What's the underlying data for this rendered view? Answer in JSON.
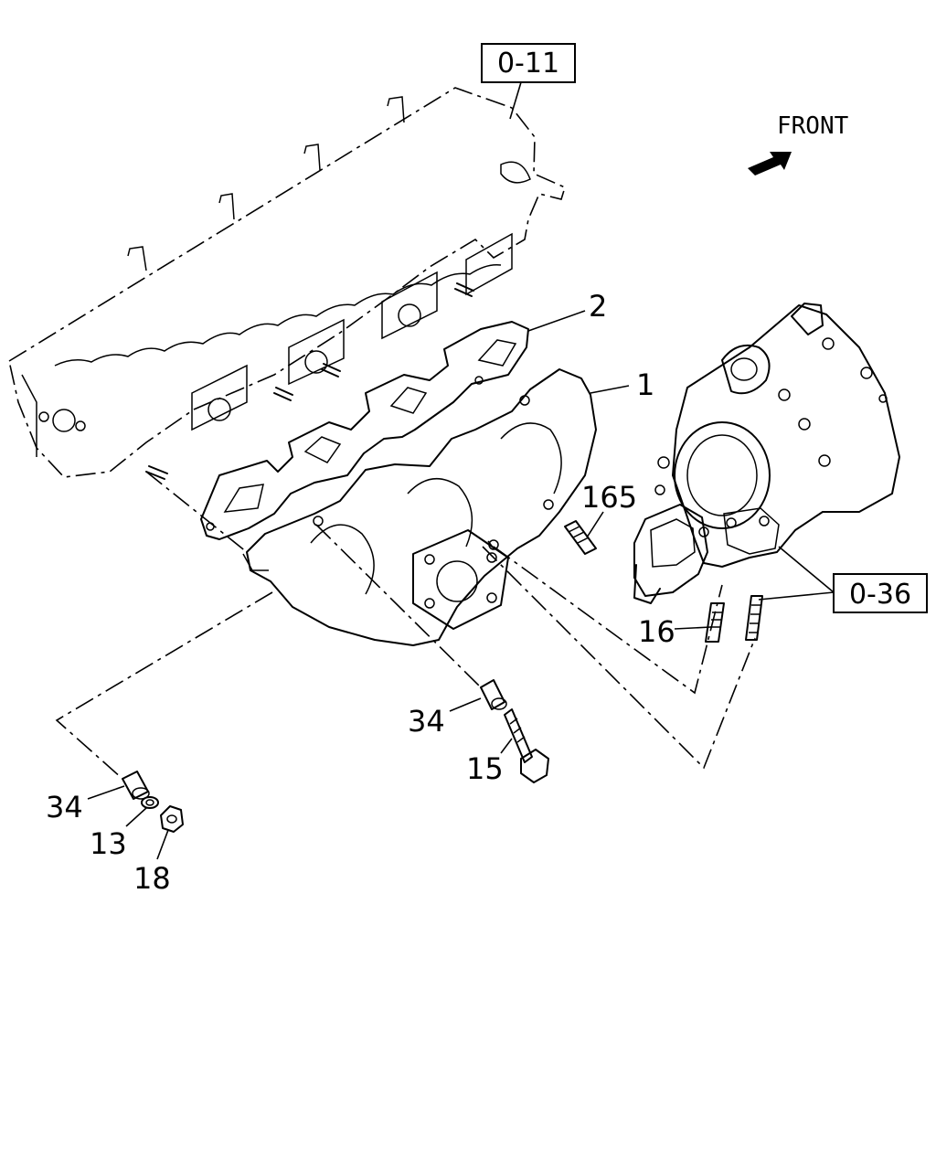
{
  "references": {
    "top": "0-11",
    "right": "0-36"
  },
  "direction": {
    "label": "FRONT"
  },
  "callouts": {
    "manifold": "1",
    "gasket": "2",
    "stud_165": "165",
    "stud_16": "16",
    "spacer_center": "34",
    "bolt_15": "15",
    "spacer_left": "34",
    "washer_13": "13",
    "nut_18": "18"
  }
}
